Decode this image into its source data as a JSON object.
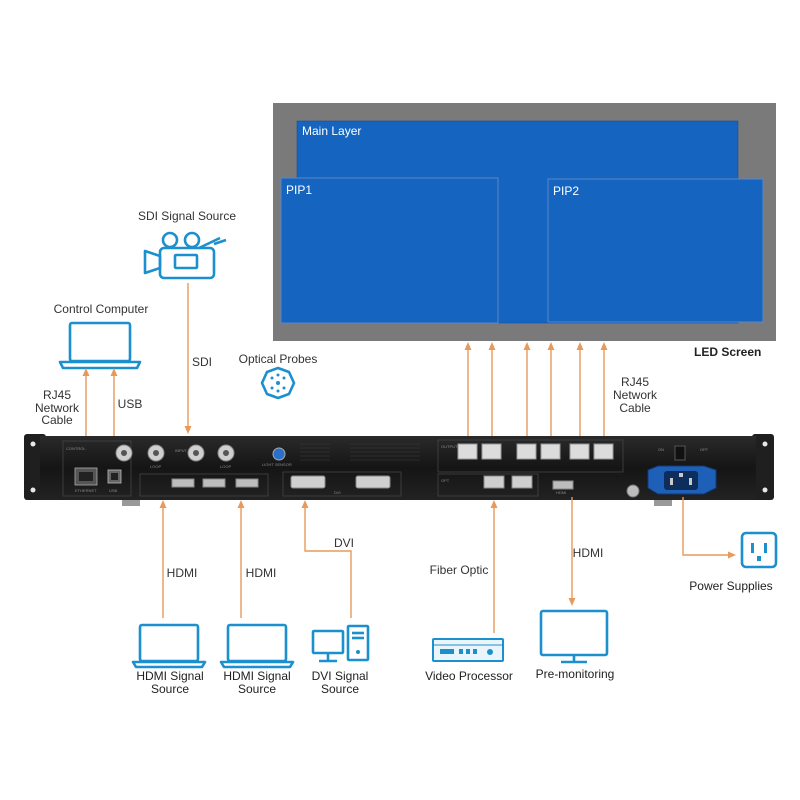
{
  "screen": {
    "main_layer": "Main Layer",
    "pip1": "PIP1",
    "pip2": "PIP2",
    "led_label": "LED Screen"
  },
  "inputs": {
    "sdi_source": "SDI Signal Source",
    "sdi_cable": "SDI",
    "control_computer": "Control Computer",
    "rj45_left": [
      "RJ45",
      "Network",
      "Cable"
    ],
    "usb": "USB",
    "optical_probes": "Optical Probes",
    "rj45_right": [
      "RJ45",
      "Network",
      "Cable"
    ]
  },
  "device_panel": {
    "control": "CONTROL",
    "ethernet": "ETHERNET",
    "usb": "USB",
    "loop": "LOOP",
    "input": "INPUT",
    "light_sensor": "LIGHT SENSOR",
    "dvi": "DVI",
    "output": "OUTPUT",
    "opt": "OPT",
    "hdmi": "HDMI",
    "on": "ON",
    "off": "OFF"
  },
  "bottom": {
    "hdmi_cable_1": "HDMI",
    "hdmi_cable_2": "HDMI",
    "dvi_cable": "DVI",
    "fiber_optic": "Fiber Optic",
    "hdmi_cable_3": "HDMI",
    "hdmi_source_1": [
      "HDMI Signal",
      "Source"
    ],
    "hdmi_source_2": [
      "HDMI Signal",
      "Source"
    ],
    "dvi_source": [
      "DVI Signal",
      "Source"
    ],
    "video_processor": "Video Processor",
    "pre_monitoring": "Pre-monitoring",
    "power_supplies": "Power Supplies"
  },
  "colors": {
    "screen_frame": "#7a7a7a",
    "layer_blue": "#1565c0",
    "wire": "#e89a5a",
    "icon_blue": "#1c8fcf",
    "device_body": "#1b1b1b"
  }
}
